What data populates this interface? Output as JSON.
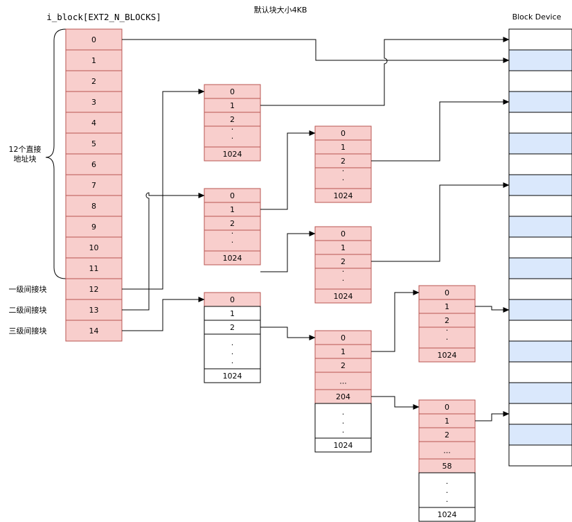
{
  "title": "默认块大小4KB",
  "array_label": "i_block[EXT2_N_BLOCKS]",
  "device_label": "Block Device",
  "direct_label_line1": "12个直接",
  "direct_label_line2": "地址块",
  "indirect1_label": "一级间接块",
  "indirect2_label": "二级间接块",
  "indirect3_label": "三级间接块",
  "i_block_cells": [
    "0",
    "1",
    "2",
    "3",
    "4",
    "5",
    "6",
    "7",
    "8",
    "9",
    "10",
    "11",
    "12",
    "13",
    "14"
  ],
  "blocks": {
    "single_indirect": [
      "0",
      "1",
      "2",
      ".",
      ".",
      ".",
      "1024"
    ],
    "double_indirect": [
      "0",
      "1",
      "2",
      ".",
      ".",
      ".",
      "1024"
    ],
    "triple_indirect": [
      "0",
      "1",
      "2",
      ".",
      ".",
      ".",
      "1024"
    ],
    "double_l2_a": [
      "0",
      "1",
      "2",
      ".",
      ".",
      ".",
      "1024"
    ],
    "double_l2_b": [
      "0",
      "1",
      "2",
      ".",
      ".",
      ".",
      "1024"
    ],
    "triple_l2": [
      "0",
      "1",
      "2",
      "...",
      "204",
      ".",
      ".",
      ".",
      "1024"
    ],
    "triple_l3_a": [
      "0",
      "1",
      "2",
      ".",
      ".",
      ".",
      "1024"
    ],
    "triple_l3_b": [
      "0",
      "1",
      "2",
      "...",
      "58",
      ".",
      ".",
      ".",
      "1024"
    ]
  },
  "device_highlight_rows": [
    1,
    3,
    5,
    7,
    9,
    11,
    13,
    15,
    17,
    19
  ],
  "colors": {
    "cell_fill": "#f8cecc",
    "cell_border": "#b85450",
    "device_highlight": "#dae8fc",
    "line": "#000000"
  }
}
